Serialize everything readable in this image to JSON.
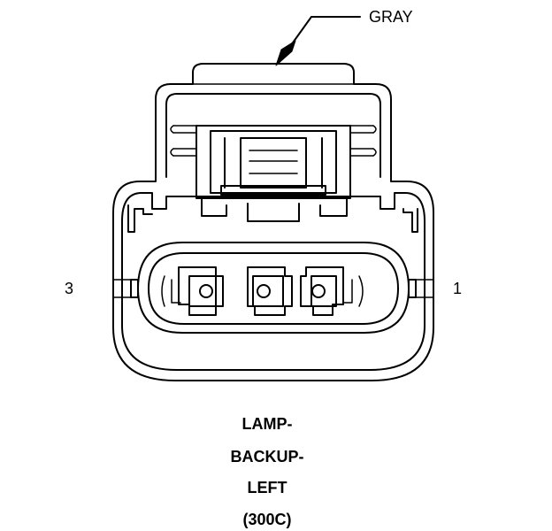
{
  "diagram": {
    "connector_color": "GRAY",
    "pin_labels": {
      "left": "3",
      "right": "1"
    },
    "caption_lines": [
      "LAMP-",
      "BACKUP-",
      "LEFT",
      "(300C)"
    ]
  }
}
